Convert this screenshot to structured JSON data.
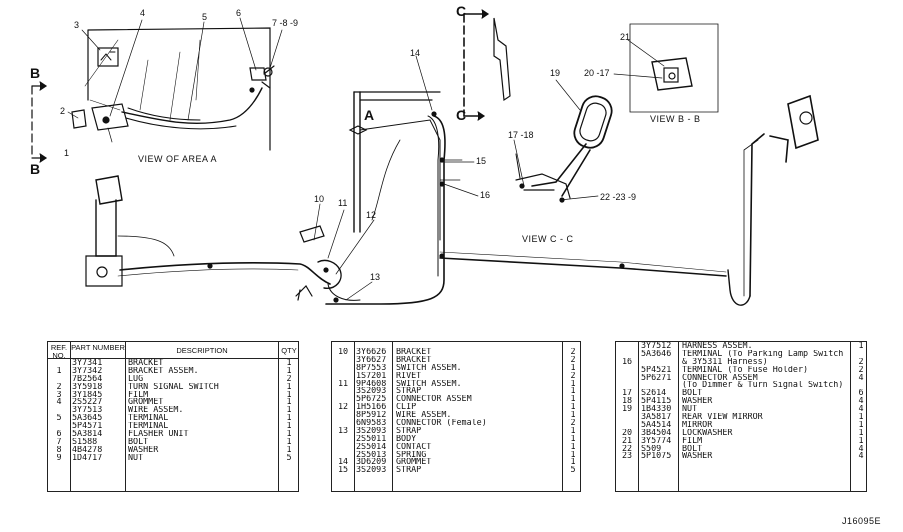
{
  "callouts": [
    {
      "id": "c1",
      "text": "1"
    },
    {
      "id": "c2",
      "text": "2"
    },
    {
      "id": "c3",
      "text": "3"
    },
    {
      "id": "c4",
      "text": "4"
    },
    {
      "id": "c5",
      "text": "5"
    },
    {
      "id": "c6",
      "text": "6"
    },
    {
      "id": "c789",
      "text": "7 -8 -9"
    },
    {
      "id": "c10",
      "text": "10"
    },
    {
      "id": "c11",
      "text": "11"
    },
    {
      "id": "c12",
      "text": "12"
    },
    {
      "id": "c13",
      "text": "13"
    },
    {
      "id": "c14",
      "text": "14"
    },
    {
      "id": "c15",
      "text": "15"
    },
    {
      "id": "c16",
      "text": "16"
    },
    {
      "id": "c1718",
      "text": "17 -18"
    },
    {
      "id": "c19",
      "text": "19"
    },
    {
      "id": "c20",
      "text": "20 -17"
    },
    {
      "id": "c21",
      "text": "21"
    },
    {
      "id": "c22",
      "text": "22 -23 -9"
    }
  ],
  "view_markers": {
    "b_top": "B",
    "b_bottom": "B",
    "c_top": "C",
    "c_bottom": "C",
    "a": "A"
  },
  "captions": {
    "area_a": "VIEW OF AREA A",
    "view_bb": "VIEW B - B",
    "view_cc": "VIEW C - C"
  },
  "table1": {
    "headers": {
      "ref": "REF. NO.",
      "part": "PART NUMBER",
      "desc": "DESCRIPTION",
      "qty": "QTY"
    },
    "rows": [
      {
        "ref": "",
        "part": "3Y7341",
        "desc": "BRACKET",
        "qty": "1"
      },
      {
        "ref": "1",
        "part": "3Y7342",
        "desc": "BRACKET ASSEM.",
        "qty": "1"
      },
      {
        "ref": "",
        "part": "7B2564",
        "desc": "LUG",
        "qty": "2"
      },
      {
        "ref": "2",
        "part": "3Y5918",
        "desc": "TURN SIGNAL SWITCH",
        "qty": "1"
      },
      {
        "ref": "3",
        "part": "3Y1845",
        "desc": "FILM",
        "qty": "1"
      },
      {
        "ref": "4",
        "part": "2S5227",
        "desc": "GROMMET",
        "qty": "1"
      },
      {
        "ref": "",
        "part": "3Y7513",
        "desc": "WIRE ASSEM.",
        "qty": "1"
      },
      {
        "ref": "5",
        "part": "5A3645",
        "desc": "TERMINAL",
        "qty": "1"
      },
      {
        "ref": "",
        "part": "5P4571",
        "desc": "TERMINAL",
        "qty": "1"
      },
      {
        "ref": "6",
        "part": "5A3814",
        "desc": "FLASHER UNIT",
        "qty": "1"
      },
      {
        "ref": "7",
        "part": "S1588",
        "desc": "BOLT",
        "qty": "1"
      },
      {
        "ref": "8",
        "part": "4B4278",
        "desc": "WASHER",
        "qty": "1"
      },
      {
        "ref": "9",
        "part": "1D4717",
        "desc": "NUT",
        "qty": "5"
      }
    ]
  },
  "table2": {
    "rows": [
      {
        "ref": "10",
        "part": "3Y6626",
        "desc": "BRACKET",
        "qty": "2"
      },
      {
        "ref": "",
        "part": "3Y6627",
        "desc": "BRACKET",
        "qty": "2"
      },
      {
        "ref": "",
        "part": "8P7553",
        "desc": "SWITCH ASSEM.",
        "qty": "1"
      },
      {
        "ref": "",
        "part": "1S7201",
        "desc": "RIVET",
        "qty": "2"
      },
      {
        "ref": "11",
        "part": "9P4608",
        "desc": "SWITCH ASSEM.",
        "qty": "1"
      },
      {
        "ref": "",
        "part": "3S2093",
        "desc": "STRAP",
        "qty": "1"
      },
      {
        "ref": "",
        "part": "5P6725",
        "desc": "CONNECTOR ASSEM",
        "qty": "1"
      },
      {
        "ref": "12",
        "part": "1H5166",
        "desc": "CLIP",
        "qty": "1"
      },
      {
        "ref": "",
        "part": "8P5912",
        "desc": "WIRE ASSEM.",
        "qty": "1"
      },
      {
        "ref": "",
        "part": "6N9583",
        "desc": "CONNECTOR (Female)",
        "qty": "2"
      },
      {
        "ref": "13",
        "part": "3S2093",
        "desc": "STRAP",
        "qty": "1"
      },
      {
        "ref": "",
        "part": "2S5011",
        "desc": "BODY",
        "qty": "1"
      },
      {
        "ref": "",
        "part": "2S5014",
        "desc": "CONTACT",
        "qty": "1"
      },
      {
        "ref": "",
        "part": "2S5013",
        "desc": "SPRING",
        "qty": "1"
      },
      {
        "ref": "14",
        "part": "3D6209",
        "desc": "GROMMET",
        "qty": "1"
      },
      {
        "ref": "15",
        "part": "3S2093",
        "desc": "STRAP",
        "qty": "5"
      }
    ]
  },
  "table3": {
    "rows": [
      {
        "ref": "",
        "part": "3Y7512",
        "desc": "HARNESS ASSEM.",
        "qty": "1"
      },
      {
        "ref": "",
        "part": "5A3646",
        "desc": "TERMINAL (To Parking Lamp Switch",
        "qty": ""
      },
      {
        "ref": "16",
        "part": "",
        "desc": "& 3Y5311 Harness)",
        "qty": "2"
      },
      {
        "ref": "",
        "part": "5P4521",
        "desc": "TERMINAL (To Fuse Holder)",
        "qty": "2"
      },
      {
        "ref": "",
        "part": "5P6271",
        "desc": "CONNECTOR ASSEM",
        "qty": "4"
      },
      {
        "ref": "",
        "part": "",
        "desc": "(To Dimmer & Turn Signal Switch)",
        "qty": ""
      },
      {
        "ref": "17",
        "part": "S2614",
        "desc": "BOLT",
        "qty": "6"
      },
      {
        "ref": "18",
        "part": "5P4115",
        "desc": "WASHER",
        "qty": "4"
      },
      {
        "ref": "19",
        "part": "1B4330",
        "desc": "NUT",
        "qty": "4"
      },
      {
        "ref": "",
        "part": "3A5817",
        "desc": "REAR VIEW MIRROR",
        "qty": "1"
      },
      {
        "ref": "",
        "part": "5A4514",
        "desc": "MIRROR",
        "qty": "1"
      },
      {
        "ref": "20",
        "part": "3B4504",
        "desc": "LOCKWASHER",
        "qty": "1"
      },
      {
        "ref": "21",
        "part": "3Y5774",
        "desc": "FILM",
        "qty": "1"
      },
      {
        "ref": "22",
        "part": "S509",
        "desc": "BOLT",
        "qty": "4"
      },
      {
        "ref": "23",
        "part": "5P1075",
        "desc": "WASHER",
        "qty": "4"
      }
    ]
  },
  "figure_number": "J16095E"
}
